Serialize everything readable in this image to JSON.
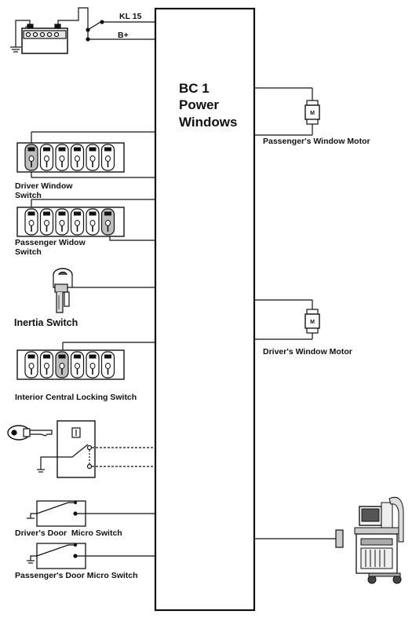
{
  "power_labels": {
    "kl15": "KL 15",
    "bplus": "B+"
  },
  "control_unit": {
    "line1": "BC 1",
    "line2": "Power",
    "line3": "Windows"
  },
  "components": {
    "passenger_window_motor": "Passenger's Window Motor",
    "driver_window_switch": "Driver Window Switch",
    "passenger_window_switch": "Passenger Widow Switch",
    "inertia_switch": "Inertia Switch",
    "driver_window_motor": "Driver's Window Motor",
    "interior_central_locking_switch": "Interior Central Locking Switch",
    "driver_door_micro_switch": "Driver's Door  Micro Switch",
    "passenger_door_micro_switch": "Passenger's Door Micro Switch"
  },
  "colors": {
    "line": "#111111",
    "switch_fill": "#ffffff",
    "grey_fill": "#bdbdbd"
  }
}
